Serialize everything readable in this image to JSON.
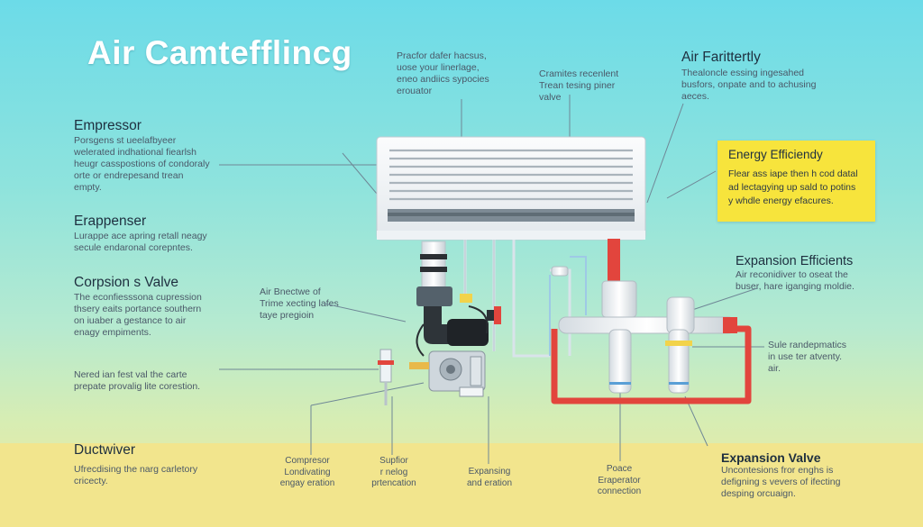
{
  "title": "Air Camtefflincg",
  "left_labels": [
    {
      "heading": "Empressor",
      "body": "Porsgens st ueelafbyeer\nwelerated indhational fiearlsh\nheugr casspostions of condoraly\norte or endrepesand trean\nempty."
    },
    {
      "heading": "Erappenser",
      "body": "Lurappe ace apring retall neagy\nsecule endaronal corepntes."
    },
    {
      "heading": "Corpsion s Valve",
      "body": "The econfiesssona cupression\nthsery eaits portance southern\non iuaber a gestance to air\nenagy empiments."
    },
    {
      "heading": "",
      "body": "Nered ian fest val the carte\nprepate provalig lite corestion."
    },
    {
      "heading": "Ductwiver",
      "body": "Ufrecdising the narg carletory\ncricecty."
    }
  ],
  "top_notes": {
    "note1": "Pracfor dafer hacsus,\nuose your linerlage,\neneo andiics sypocies\nerouator",
    "note2": "Cramites recenlent\nTrean tesing piner\nvalve",
    "air_fari_heading": "Air Farittertly",
    "air_fari_body": "Thealoncle essing ingesahed\nbusfors, onpate and to achusing\naeces."
  },
  "energy_box": {
    "heading": "Energy Efficiendy",
    "body": "Flear ass iape then h cod datal\nad lectagying up sald to potins\ny whdle energy efacures."
  },
  "right_labels": {
    "exp_eff_heading": "Expansion Efficients",
    "exp_eff_body": "Air reconidiver to oseat the\nbuser, hare iganging moldie.",
    "sule_body": "Sule randepmatics\nin use ter atventy.\nair.",
    "exp_valve_heading": "Expansion Valve",
    "exp_valve_body": "Uncontesions fror enghs is\ndefigning s vevers of ifecting\ndesping orcuaign."
  },
  "center_labels": {
    "air_bnec": "Air Bnectwe of\nTrime xecting lafes\ntaye pregioin",
    "compresor": "Compresor\nLondivating\nengay eration",
    "supfor": "Supfior\nr nelog\nprtencation",
    "expansing": "Expansing\nand eration",
    "poace": "Poace\nEraperator\nconnection"
  },
  "colors": {
    "refrigerant_hot": "#e2453d",
    "pipe_white": "#eef3f6",
    "highlight_yellow": "#f7e43c",
    "band_yellow": "#f2e58d"
  }
}
